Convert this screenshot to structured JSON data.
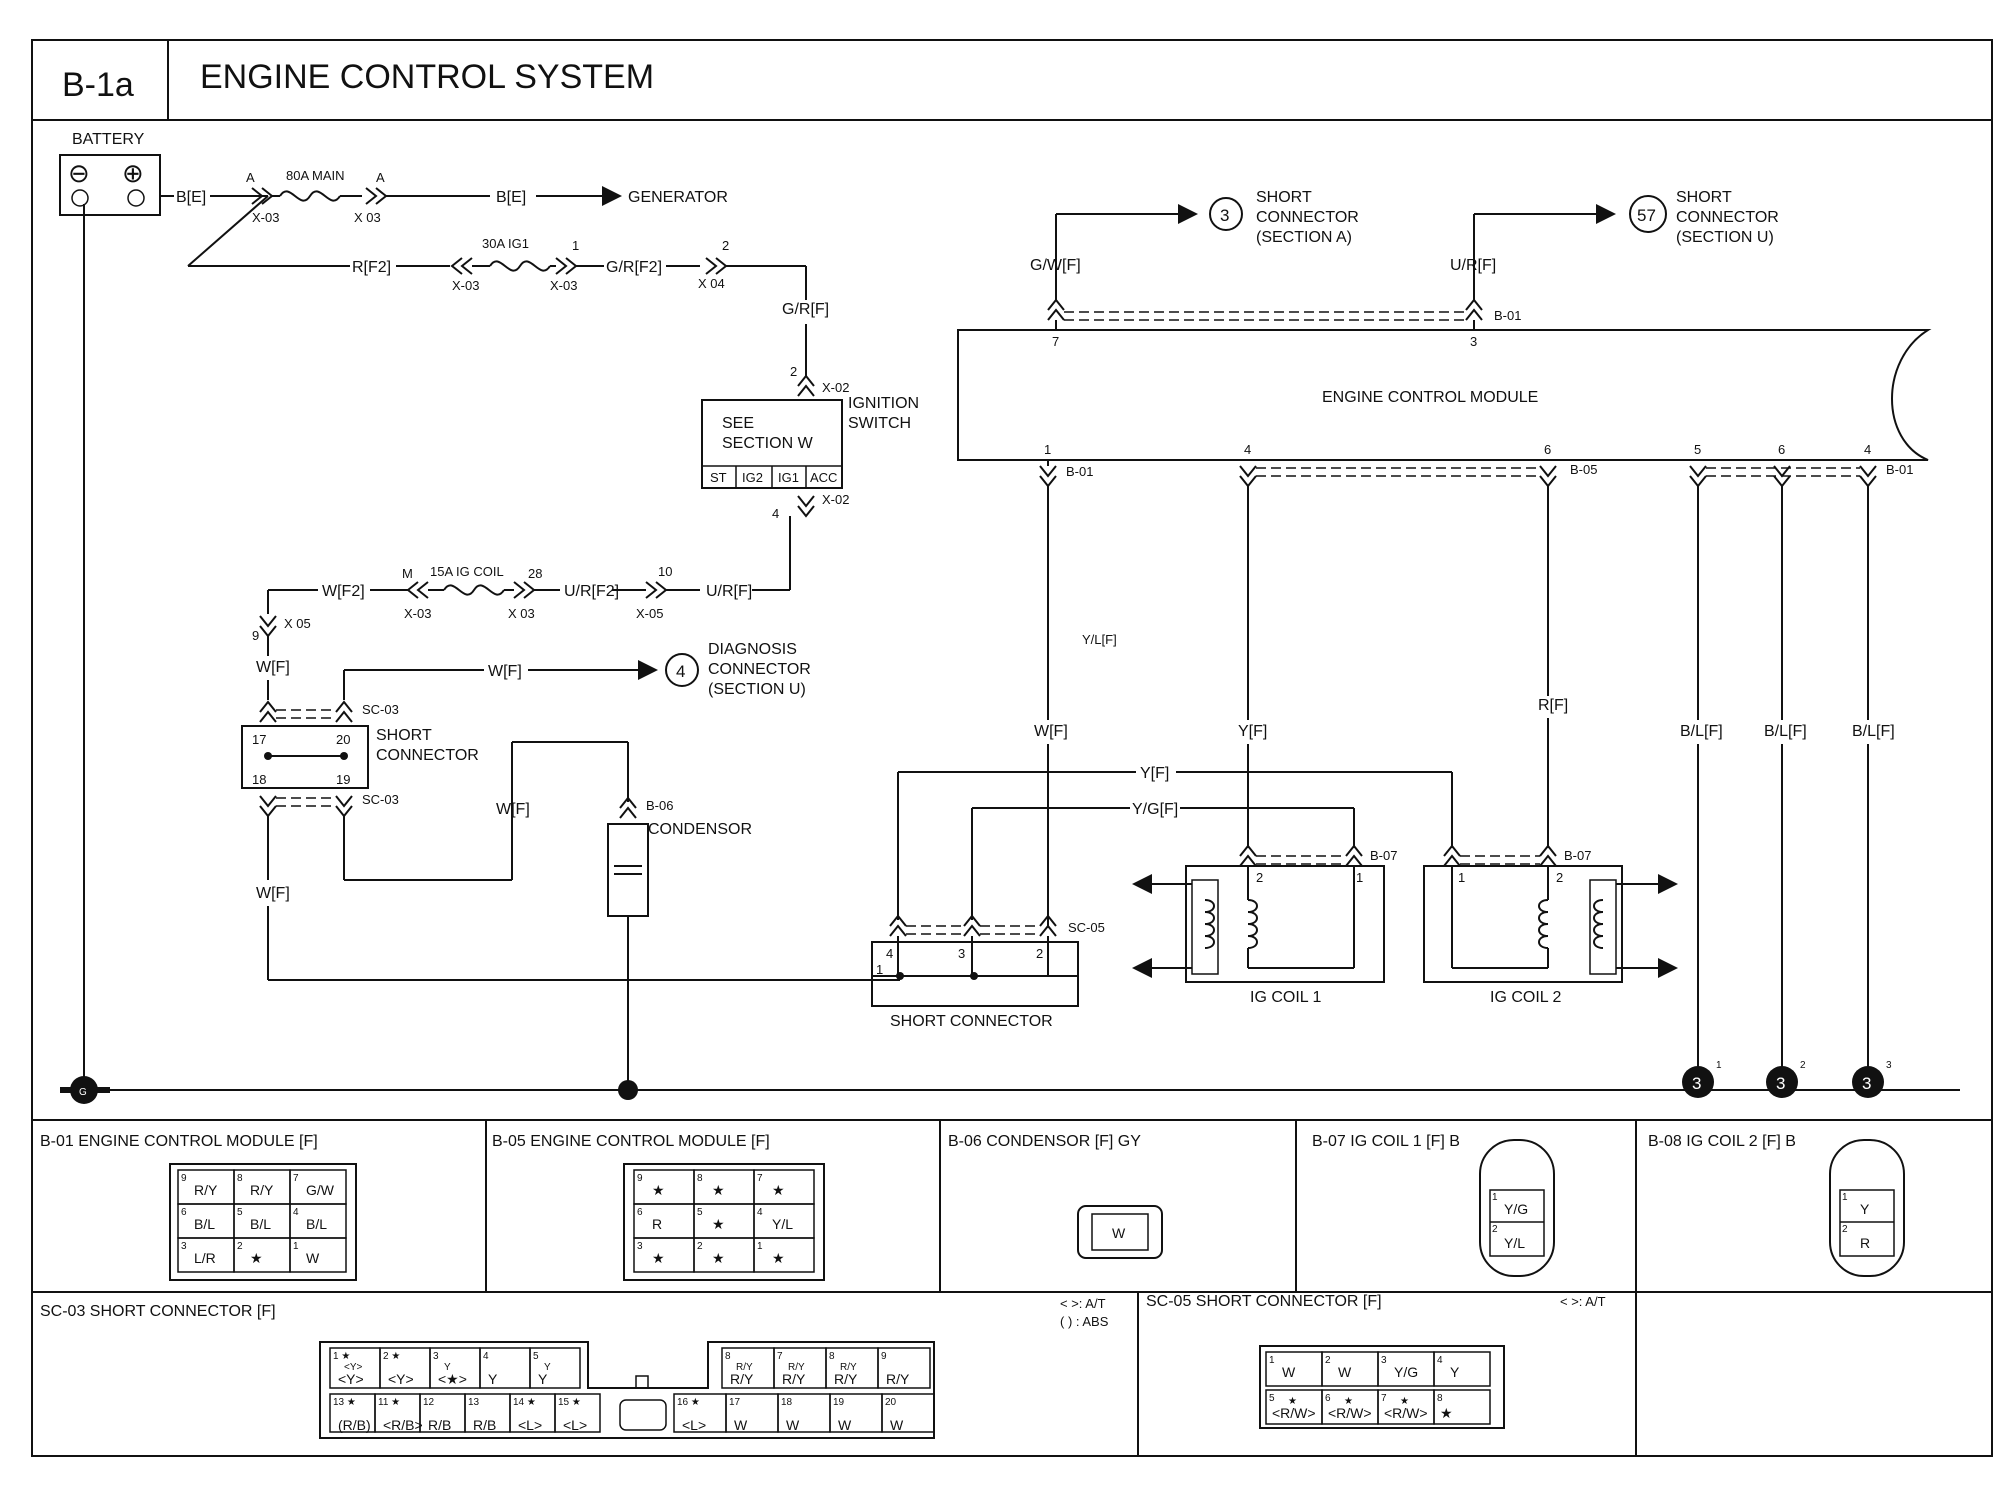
{
  "header": {
    "code": "B-1a",
    "title": "ENGINE CONTROL SYSTEM"
  },
  "labels": {
    "battery": "BATTERY",
    "minus": "⊖",
    "plus": "⊕",
    "be1": "B[E]",
    "be2": "B[E]",
    "fuse_main": "80A MAIN",
    "fuse_ig1": "30A IG1",
    "fuse_igcoil": "15A IG COIL",
    "pin_A1": "A",
    "pin_A2": "A",
    "pin_1": "1",
    "pin_2": "2",
    "pin_M": "M",
    "pin_28": "28",
    "pin_10": "10",
    "pin_sw2": "2",
    "pin_sw4": "4",
    "pin_9": "9",
    "x03_a": "X-03",
    "x03_b": "X 03",
    "x03_c": "X-03",
    "x03_d": "X-03",
    "x04": "X 04",
    "x03_e": "X-03",
    "x03_f": "X 03",
    "x05_a": "X-05",
    "x05_b": "X 05",
    "x02_a": "X-02",
    "x02_b": "X-02",
    "generator": "GENERATOR",
    "rf2": "R[F2]",
    "grf2": "G/R[F2]",
    "grf": "G/R[F]",
    "see1": "SEE",
    "see2": "SECTION W",
    "ign1": "IGNITION",
    "ign2": "SWITCH",
    "st": "ST",
    "ig2": "IG2",
    "ig1": "IG1",
    "acc": "ACC",
    "wf2": "W[F2]",
    "urf2": "U/R[F2]",
    "urf": "U/R[F]",
    "wf_1": "W[F]",
    "wf_2": "W[F]",
    "wf_3": "W[F]",
    "wf_4": "W[F]",
    "wf_5": "W[F]",
    "diag_num": "4",
    "diag1": "DIAGNOSIS",
    "diag2": "CONNECTOR",
    "diag3": "(SECTION U)",
    "sc03_a": "SC-03",
    "sc03_b": "SC-03",
    "short1": "SHORT",
    "short2": "CONNECTOR",
    "p17": "17",
    "p20": "20",
    "p18": "18",
    "p19": "19",
    "b06": "B-06",
    "condensor": "CONDENSOR",
    "sc_a_num": "3",
    "sc_a1": "SHORT",
    "sc_a2": "CONNECTOR",
    "sc_a3": "(SECTION A)",
    "sc_u_num": "57",
    "sc_u1": "SHORT",
    "sc_u2": "CONNECTOR",
    "sc_u3": "(SECTION U)",
    "gwf": "G/W[F]",
    "urf_top": "U/R[F]",
    "b01_top": "B-01",
    "ecm_p7": "7",
    "ecm_p3": "3",
    "ecm": "ENGINE CONTROL MODULE",
    "ecm_b1": "1",
    "ecm_b4": "4",
    "ecm_b6": "6",
    "ecm_b5": "5",
    "ecm_b6b": "6",
    "ecm_b4b": "4",
    "b01_l": "B-01",
    "b05": "B-05",
    "b01_r": "B-01",
    "ylf": "Y/L[F]",
    "yf1": "Y[F]",
    "rf": "R[F]",
    "blf1": "B/L[F]",
    "blf2": "B/L[F]",
    "blf3": "B/L[F]",
    "yf2": "Y[F]",
    "ygf": "Y/G[F]",
    "b07_a": "B-07",
    "b07_b": "B-07",
    "c1_2": "2",
    "c1_1": "1",
    "c2_1": "1",
    "c2_2": "2",
    "sc05": "SC-05",
    "sc05_4": "4",
    "sc05_3": "3",
    "sc05_2": "2",
    "sc05_1": "1",
    "short_conn": "SHORT CONNECTOR",
    "igcoil1": "IG COIL 1",
    "igcoil2": "IG COIL 2",
    "g_label": "G",
    "gnd_num": "3",
    "gnd1": "1",
    "gnd2": "2",
    "gnd3": "3"
  },
  "connectors": {
    "b01": {
      "title": "B-01 ENGINE CONTROL MODULE [F]",
      "cells": [
        [
          "9",
          "R/Y"
        ],
        [
          "8",
          "R/Y"
        ],
        [
          "7",
          "G/W"
        ],
        [
          "6",
          "B/L"
        ],
        [
          "5",
          "B/L"
        ],
        [
          "4",
          "B/L"
        ],
        [
          "3",
          "L/R"
        ],
        [
          "2",
          "★"
        ],
        [
          "1",
          "W"
        ]
      ]
    },
    "b05": {
      "title": "B-05 ENGINE CONTROL MODULE [F]",
      "cells": [
        [
          "9",
          "★"
        ],
        [
          "8",
          "★"
        ],
        [
          "7",
          "★"
        ],
        [
          "6",
          "R"
        ],
        [
          "5",
          "★"
        ],
        [
          "4",
          "Y/L"
        ],
        [
          "3",
          "★"
        ],
        [
          "2",
          "★"
        ],
        [
          "1",
          "★"
        ]
      ]
    },
    "b06": {
      "title": "B-06 CONDENSOR [F] GY",
      "cell": "W"
    },
    "b07": {
      "title": "B-07 IG COIL 1 [F] B",
      "c1": "Y/G",
      "c2": "Y/L",
      "n1": "1",
      "n2": "2"
    },
    "b08": {
      "title": "B-08 IG COIL 2 [F] B",
      "c1": "Y",
      "c2": "R",
      "n1": "1",
      "n2": "2"
    },
    "sc03": {
      "title": "SC-03 SHORT CONNECTOR [F]",
      "note1": "< >: A/T",
      "note2": "( ) : ABS",
      "top": [
        [
          "1 ★",
          "<Y>",
          "<Y>"
        ],
        [
          "2 ★",
          "",
          "<Y>"
        ],
        [
          "3",
          "Y",
          "<★>"
        ],
        [
          "4",
          "",
          "Y"
        ],
        [
          "5",
          "Y",
          "Y"
        ]
      ],
      "topr": [
        [
          "8",
          "R/Y",
          "R/Y"
        ],
        [
          "7",
          "R/Y",
          "R/Y"
        ],
        [
          "8",
          "R/Y",
          "R/Y"
        ],
        [
          "9",
          "",
          "R/Y"
        ]
      ],
      "bot": [
        [
          "13 ★",
          "",
          "(R/B)"
        ],
        [
          "11 ★",
          "",
          "<R/B>"
        ],
        [
          "12",
          "",
          "R/B"
        ],
        [
          "13",
          "",
          "R/B"
        ],
        [
          "14 ★",
          "",
          "<L>"
        ],
        [
          "15 ★",
          "",
          "<L>"
        ]
      ],
      "botr": [
        [
          "16 ★",
          "",
          "<L>"
        ],
        [
          "17",
          "",
          "W"
        ],
        [
          "18",
          "",
          "W"
        ],
        [
          "19",
          "",
          "W"
        ],
        [
          "20",
          "",
          "W"
        ]
      ]
    },
    "sc05": {
      "title": "SC-05 SHORT CONNECTOR [F]",
      "note": "< >: A/T",
      "top": [
        [
          "1",
          "W"
        ],
        [
          "2",
          "W"
        ],
        [
          "3",
          "Y/G"
        ],
        [
          "4",
          "Y"
        ]
      ],
      "bot": [
        [
          "5",
          "★",
          "<R/W>"
        ],
        [
          "6",
          "★",
          "<R/W>"
        ],
        [
          "7",
          "★",
          "<R/W>"
        ],
        [
          "8",
          "",
          "★"
        ]
      ]
    }
  }
}
